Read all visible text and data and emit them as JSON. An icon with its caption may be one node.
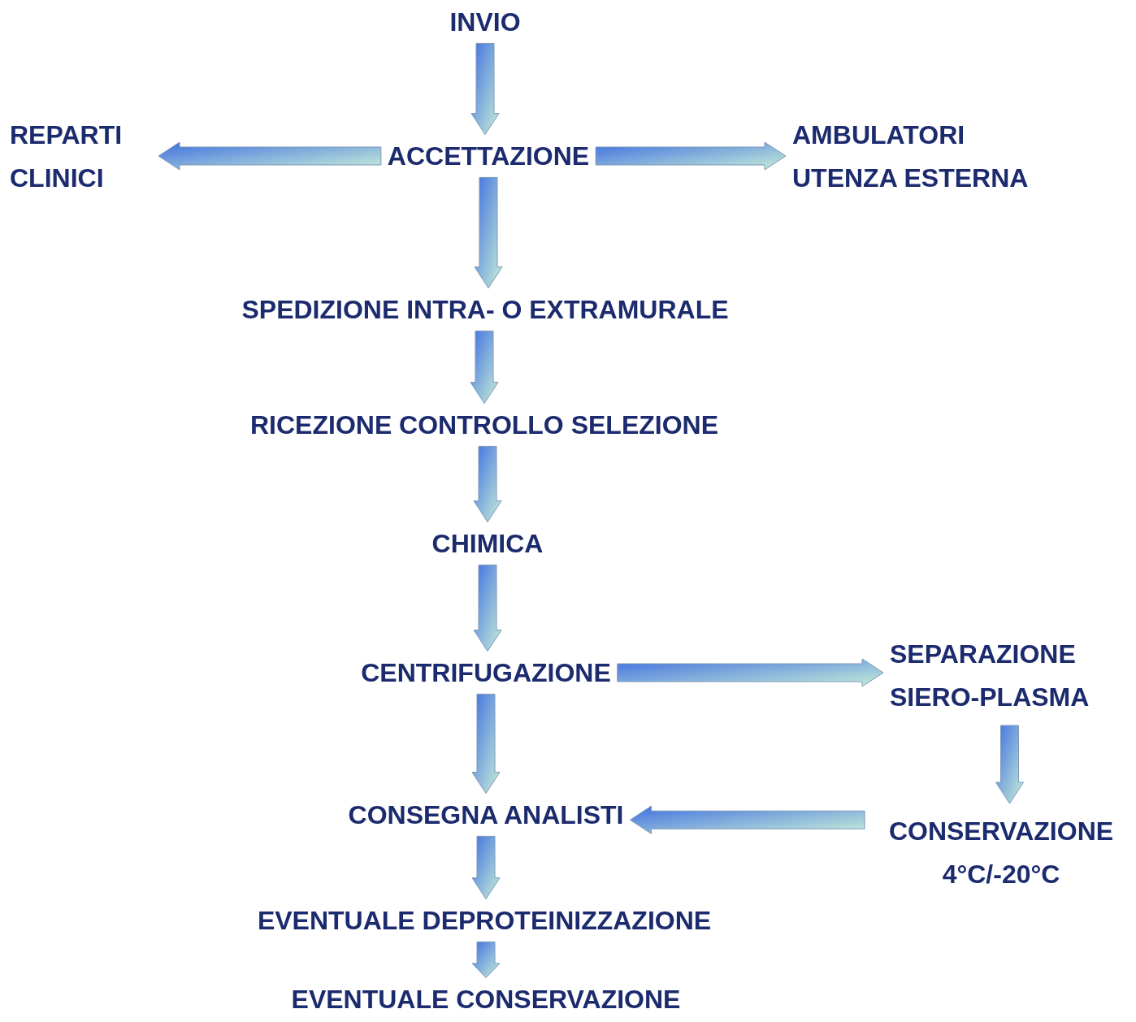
{
  "diagram": {
    "nodes": [
      {
        "text": [
          "INVIO"
        ]
      },
      {
        "text": [
          "ACCETTAZIONE"
        ]
      },
      {
        "text": [
          "REPARTI CLINICI"
        ]
      },
      {
        "text": [
          "AMBULATORI UTENZA ESTERNA"
        ]
      },
      {
        "text": [
          "SPEDIZIONE INTRA- O EXTRAMURALE"
        ]
      },
      {
        "text": [
          "RICEZIONE CONTROLLO SELEZIONE"
        ]
      },
      {
        "text": [
          "CHIMICA"
        ]
      },
      {
        "text": [
          "CENTRIFUGAZIONE"
        ]
      },
      {
        "text": [
          "SEPARAZIONE SIERO-PLASMA"
        ]
      },
      {
        "text": [
          "CONSEGNA ANALISTI"
        ]
      },
      {
        "text": [
          "CONSERVAZIONE 4°C/-20°C"
        ]
      },
      {
        "text": [
          "EVENTUALE DEPROTEINIZZAZIONE"
        ]
      },
      {
        "text": [
          "EVENTUALE CONSERVAZIONE"
        ]
      }
    ],
    "edges": [
      {
        "from": 0,
        "to": 1,
        "arrow": "to"
      },
      {
        "from": 1,
        "to": 2,
        "arrow": "to"
      },
      {
        "from": 1,
        "to": 3,
        "arrow": "to"
      },
      {
        "from": 1,
        "to": 4,
        "arrow": "to"
      },
      {
        "from": 4,
        "to": 5,
        "arrow": "to"
      },
      {
        "from": 5,
        "to": 6,
        "arrow": "to"
      },
      {
        "from": 6,
        "to": 7,
        "arrow": "to"
      },
      {
        "from": 7,
        "to": 8,
        "arrow": "to"
      },
      {
        "from": 7,
        "to": 9,
        "arrow": "to"
      },
      {
        "from": 8,
        "to": 10,
        "arrow": "to"
      },
      {
        "from": 10,
        "to": 9,
        "arrow": "to"
      },
      {
        "from": 9,
        "to": 11,
        "arrow": "to"
      },
      {
        "from": 11,
        "to": 12,
        "arrow": "to"
      }
    ]
  }
}
